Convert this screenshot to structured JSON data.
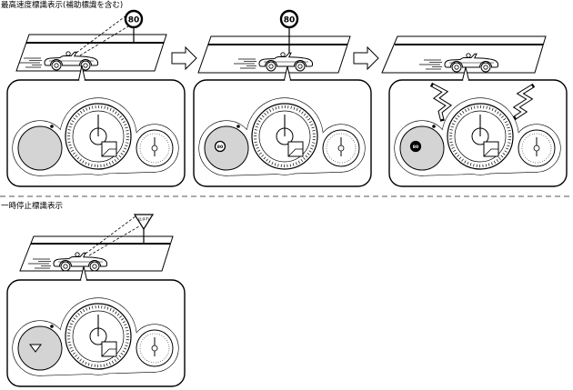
{
  "sections": {
    "speed_limit": {
      "heading": "最高速度標識表示(補助標識を含む)",
      "sign_value": "80"
    },
    "stop": {
      "heading": "一時停止標識表示",
      "sign_text": "止まれ"
    }
  },
  "colors": {
    "ink": "#000000",
    "gauge_fill": "#d4d4d4",
    "divider": "#555555"
  }
}
